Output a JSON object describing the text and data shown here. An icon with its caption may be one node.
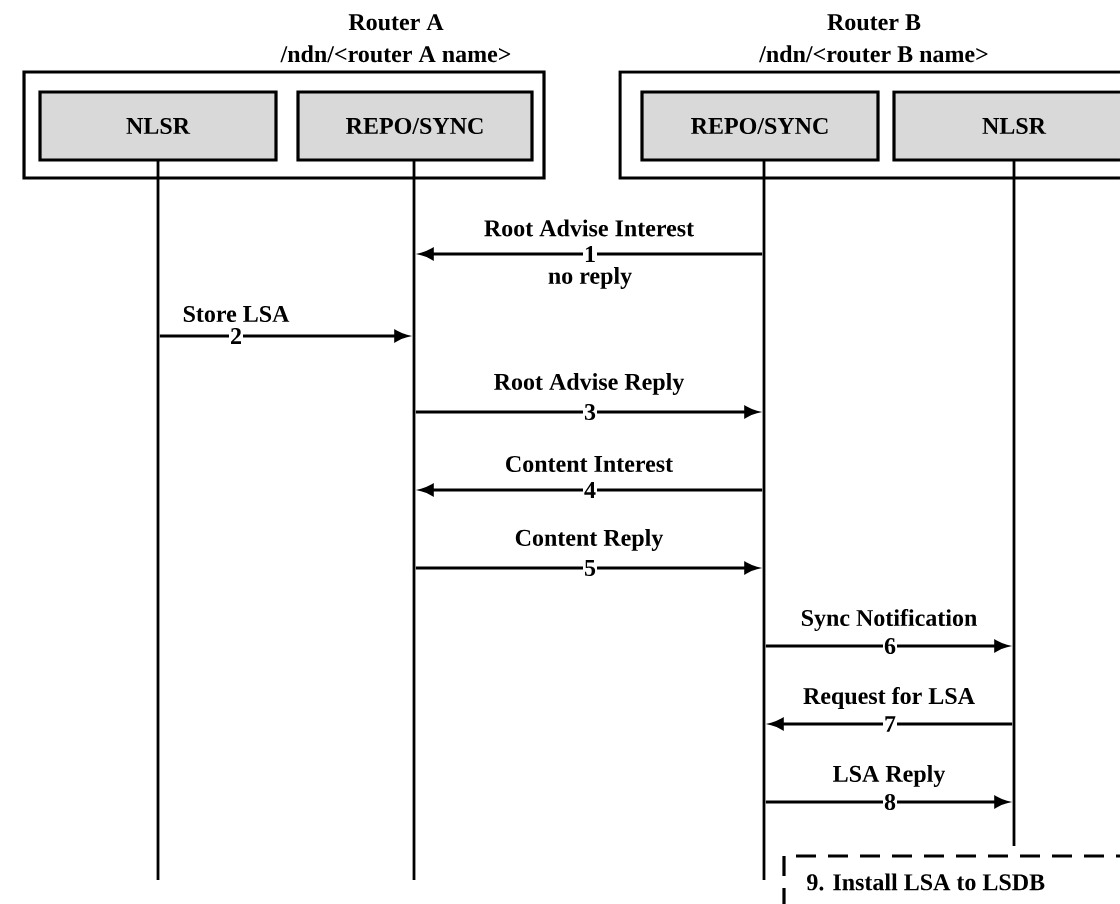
{
  "diagram": {
    "nodes": [
      {
        "text": [
          "Router A",
          "/ndn/<router A name>"
        ]
      },
      {
        "text": [
          "NLSR"
        ],
        "in": 0
      },
      {
        "text": [
          "REPO/SYNC"
        ],
        "in": 0
      },
      {
        "text": [
          "Router B",
          "/ndn/<router B name>"
        ]
      },
      {
        "text": [
          "REPO/SYNC"
        ],
        "in": 3
      },
      {
        "text": [
          "NLSR"
        ],
        "in": 3
      },
      {
        "text": [],
        "shape": "bar"
      },
      {
        "text": [],
        "shape": "bar"
      },
      {
        "text": [],
        "shape": "bar"
      },
      {
        "text": [],
        "shape": "bar"
      },
      {
        "text": [
          "9. Install LSA to LSDB"
        ]
      }
    ],
    "edges": [
      {
        "from": 8,
        "to": 7,
        "arrow": "to",
        "label": "Root Advise Interest"
      },
      {
        "from": 6,
        "to": 7,
        "arrow": "to",
        "label": "Store LSA"
      },
      {
        "from": 7,
        "to": 8,
        "arrow": "to",
        "label": "Root Advise Reply"
      },
      {
        "from": 8,
        "to": 7,
        "arrow": "to",
        "label": "Content Interest"
      },
      {
        "from": 7,
        "to": 8,
        "arrow": "to",
        "label": "Content Reply"
      },
      {
        "from": 8,
        "to": 9,
        "arrow": "to",
        "label": "Sync Notification"
      },
      {
        "from": 9,
        "to": 8,
        "arrow": "to",
        "label": "Request for LSA"
      },
      {
        "from": 8,
        "to": 9,
        "arrow": "to",
        "label": "LSA Reply"
      }
    ],
    "labels": [
      "1",
      "no reply",
      "2",
      "3",
      "4",
      "5",
      "6",
      "7",
      "8"
    ]
  }
}
